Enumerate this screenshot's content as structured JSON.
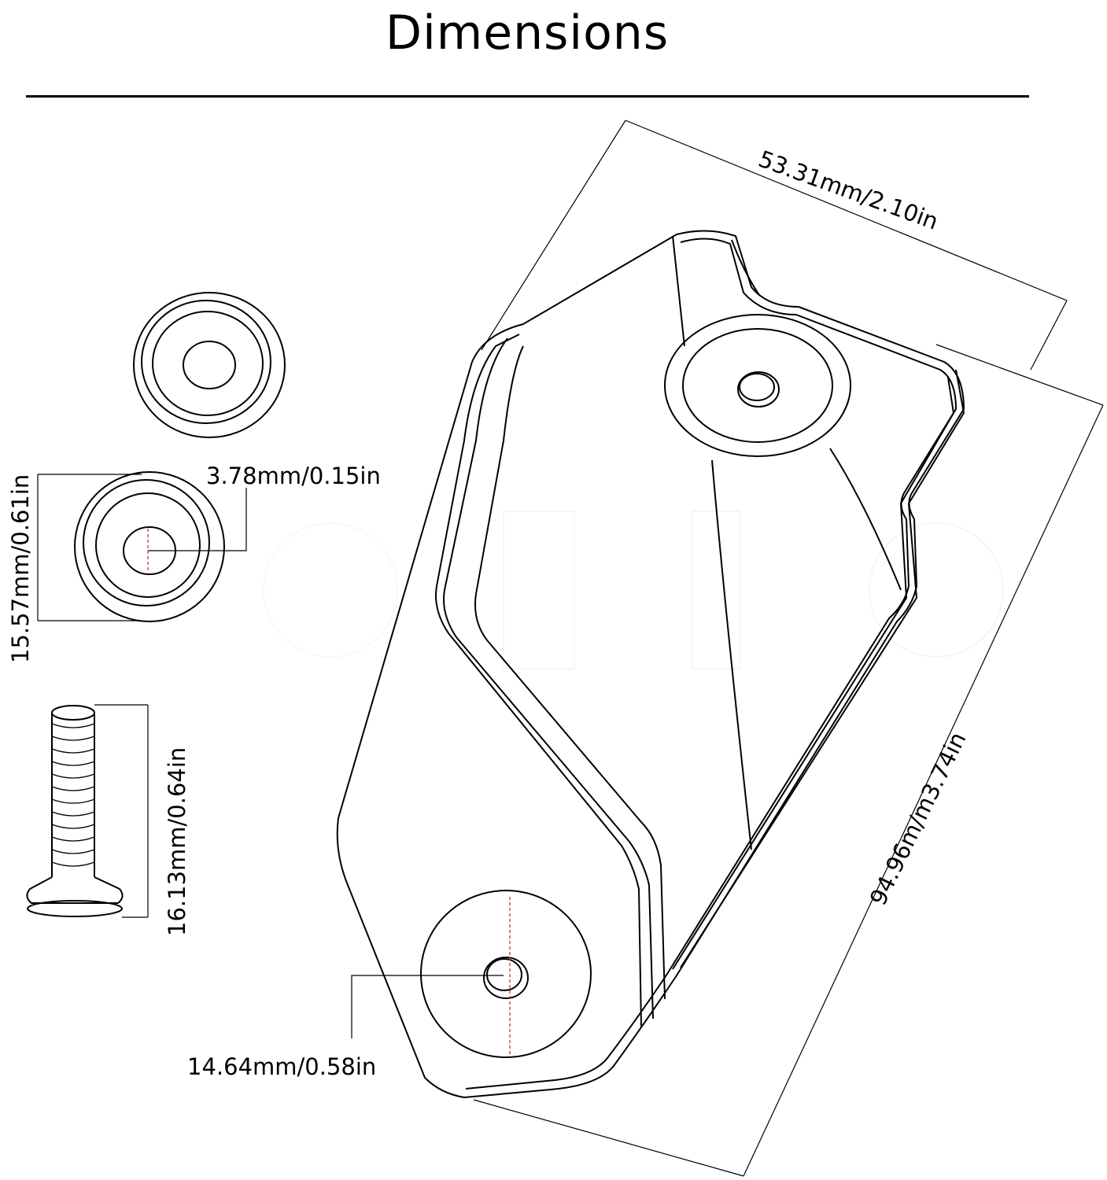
{
  "title": "Dimensions",
  "dimensions": {
    "plate_width": "53.31mm/2.10in",
    "plate_length": "94.96m/m3.74in",
    "washer_hole": "3.78mm/0.15in",
    "washer_diameter": "15.57mm/0.61in",
    "screw_length": "16.13mm/0.64in",
    "plate_hole": "14.64mm/0.58in"
  },
  "colors": {
    "line": "#000000",
    "center_mark": "#c0392b"
  }
}
